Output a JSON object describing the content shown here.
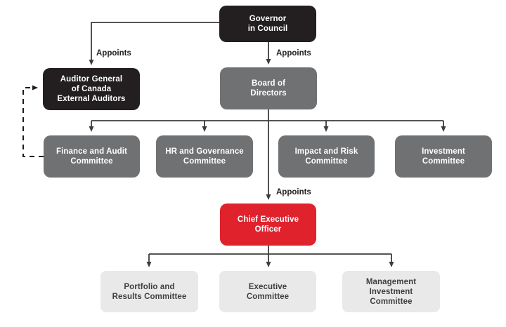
{
  "diagram_type": "org-chart",
  "colors": {
    "black_box": "#231f20",
    "gray_box": "#707173",
    "red_box": "#e0222d",
    "light_box": "#e9e9ea",
    "line": "#3d3d3d",
    "dashed_line": "#1c1c1c",
    "light_text": "#3f3f41",
    "label_text": "#231f20"
  },
  "nodes": {
    "governor": {
      "label": "Governor\nin Council"
    },
    "auditor": {
      "label": "Auditor General\nof Canada\nExternal Auditors"
    },
    "board": {
      "label": "Board of\nDirectors"
    },
    "finance": {
      "label": "Finance and Audit\nCommittee"
    },
    "hr": {
      "label": "HR and Governance\nCommittee"
    },
    "impact": {
      "label": "Impact and Risk\nCommittee"
    },
    "investment": {
      "label": "Investment\nCommittee"
    },
    "ceo": {
      "label": "Chief Executive\nOfficer"
    },
    "portfolio": {
      "label": "Portfolio and\nResults Committee"
    },
    "executive": {
      "label": "Executive\nCommittee"
    },
    "management": {
      "label": "Management\nInvestment\nCommittee"
    }
  },
  "edge_labels": {
    "governor_to_auditor": "Appoints",
    "governor_to_board": "Appoints",
    "board_to_ceo": "Appoints"
  }
}
